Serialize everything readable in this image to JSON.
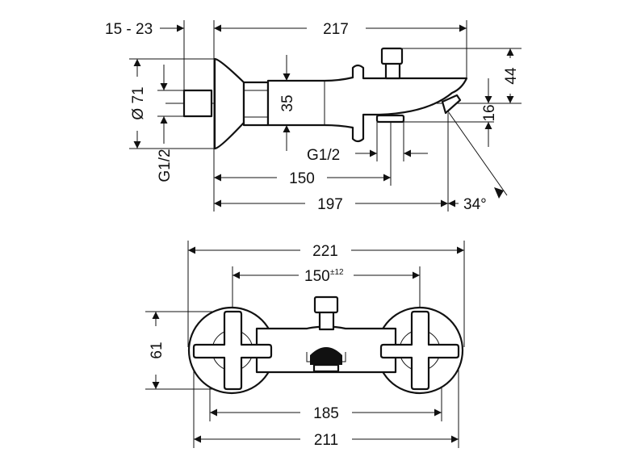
{
  "side_view": {
    "wall_depth": "15 - 23",
    "total_depth": "217",
    "escutcheon_diameter": "Ø 71",
    "inlet_thread": "G1/2",
    "body_height": "35",
    "diverter_height": "44",
    "outlet_drop": "16",
    "outlet_thread": "G1/2",
    "outlet_connection_distance": "150",
    "spout_projection": "197",
    "spout_angle": "34°"
  },
  "front_view": {
    "overall_width": "221",
    "inlet_centres": "150",
    "inlet_tolerance": "±12",
    "handle_height": "61",
    "handle_span": "185",
    "escutcheon_span": "211"
  }
}
